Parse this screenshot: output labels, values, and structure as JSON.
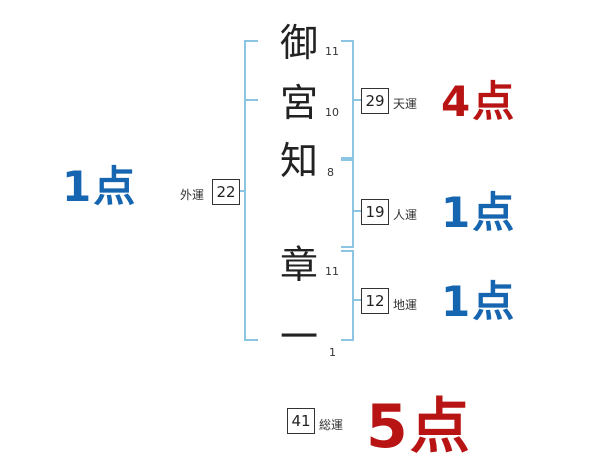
{
  "name_chars": [
    "御",
    "宮",
    "知",
    "章",
    "一"
  ],
  "stroke_counts": [
    "11",
    "10",
    "8",
    "11",
    "1"
  ],
  "gaiun": {
    "value": "22",
    "label": "外運",
    "score": "1点"
  },
  "tenun": {
    "value": "29",
    "label": "天運",
    "score": "4点"
  },
  "jinun": {
    "value": "19",
    "label": "人運",
    "score": "1点"
  },
  "chiun": {
    "value": "12",
    "label": "地運",
    "score": "1点"
  },
  "soun": {
    "value": "41",
    "label": "総運",
    "score": "5点"
  },
  "colors": {
    "bracket": "#8cc4e4",
    "good": "#1565b0",
    "best": "#b81414",
    "text": "#222222"
  }
}
